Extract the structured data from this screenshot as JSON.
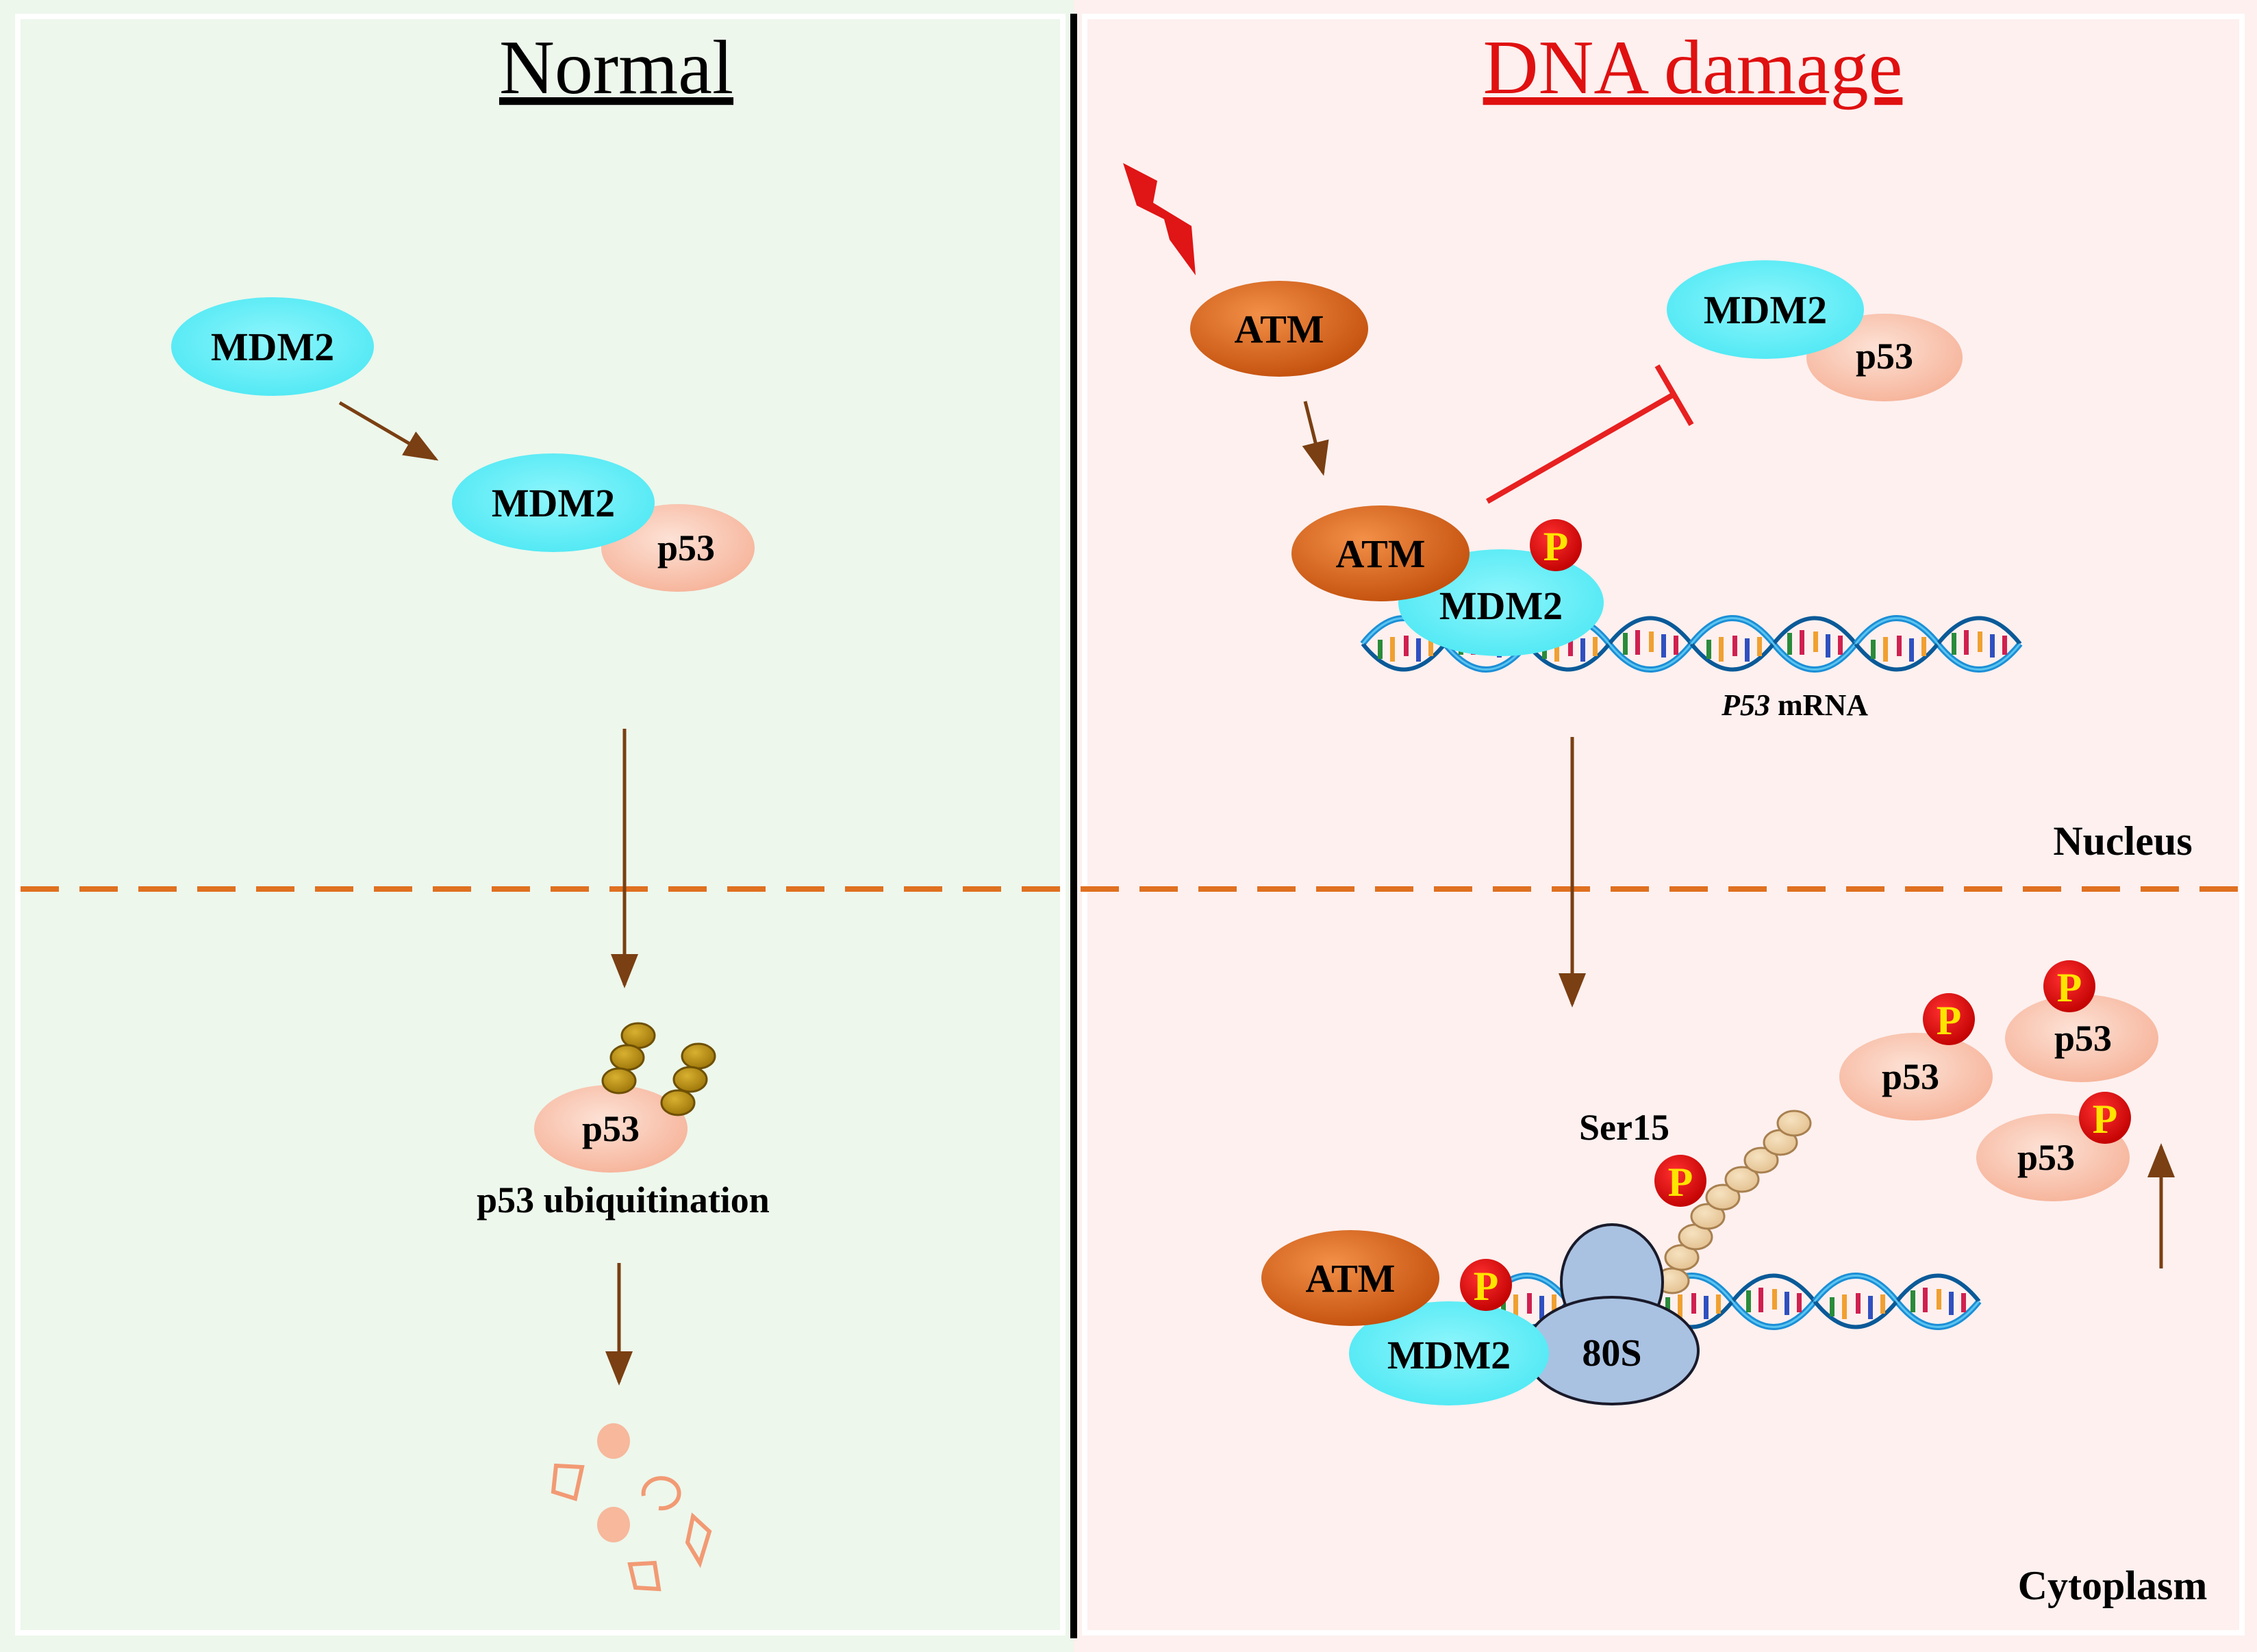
{
  "panels": {
    "left_title": "Normal",
    "right_title": "DNA damage"
  },
  "compartments": {
    "nucleus": "Nucleus",
    "cytoplasm": "Cytoplasm"
  },
  "proteins": {
    "mdm2": "MDM2",
    "p53": "p53",
    "atm": "ATM",
    "ribosome": "80S",
    "phospho": "P"
  },
  "labels": {
    "ubiquitination": "p53 ubiquitination",
    "mrna_gene": "P53",
    "mrna_suffix": " mRNA",
    "ser15": "Ser15"
  },
  "colors": {
    "left_bg": "#edf7ec",
    "right_bg": "#fdf0ef",
    "mdm2": "#66f2fa",
    "p53": "#f9c0a8",
    "atm": "#e0651a",
    "ribosome": "#a9c2e2",
    "phospho": "#e00000",
    "phospho_text": "#ffe400",
    "arrow": "#7a3f12",
    "inhibit": "#e82020",
    "divider": "#e07020",
    "ubiquitin": "#b58a10",
    "red_title": "#e01010"
  }
}
